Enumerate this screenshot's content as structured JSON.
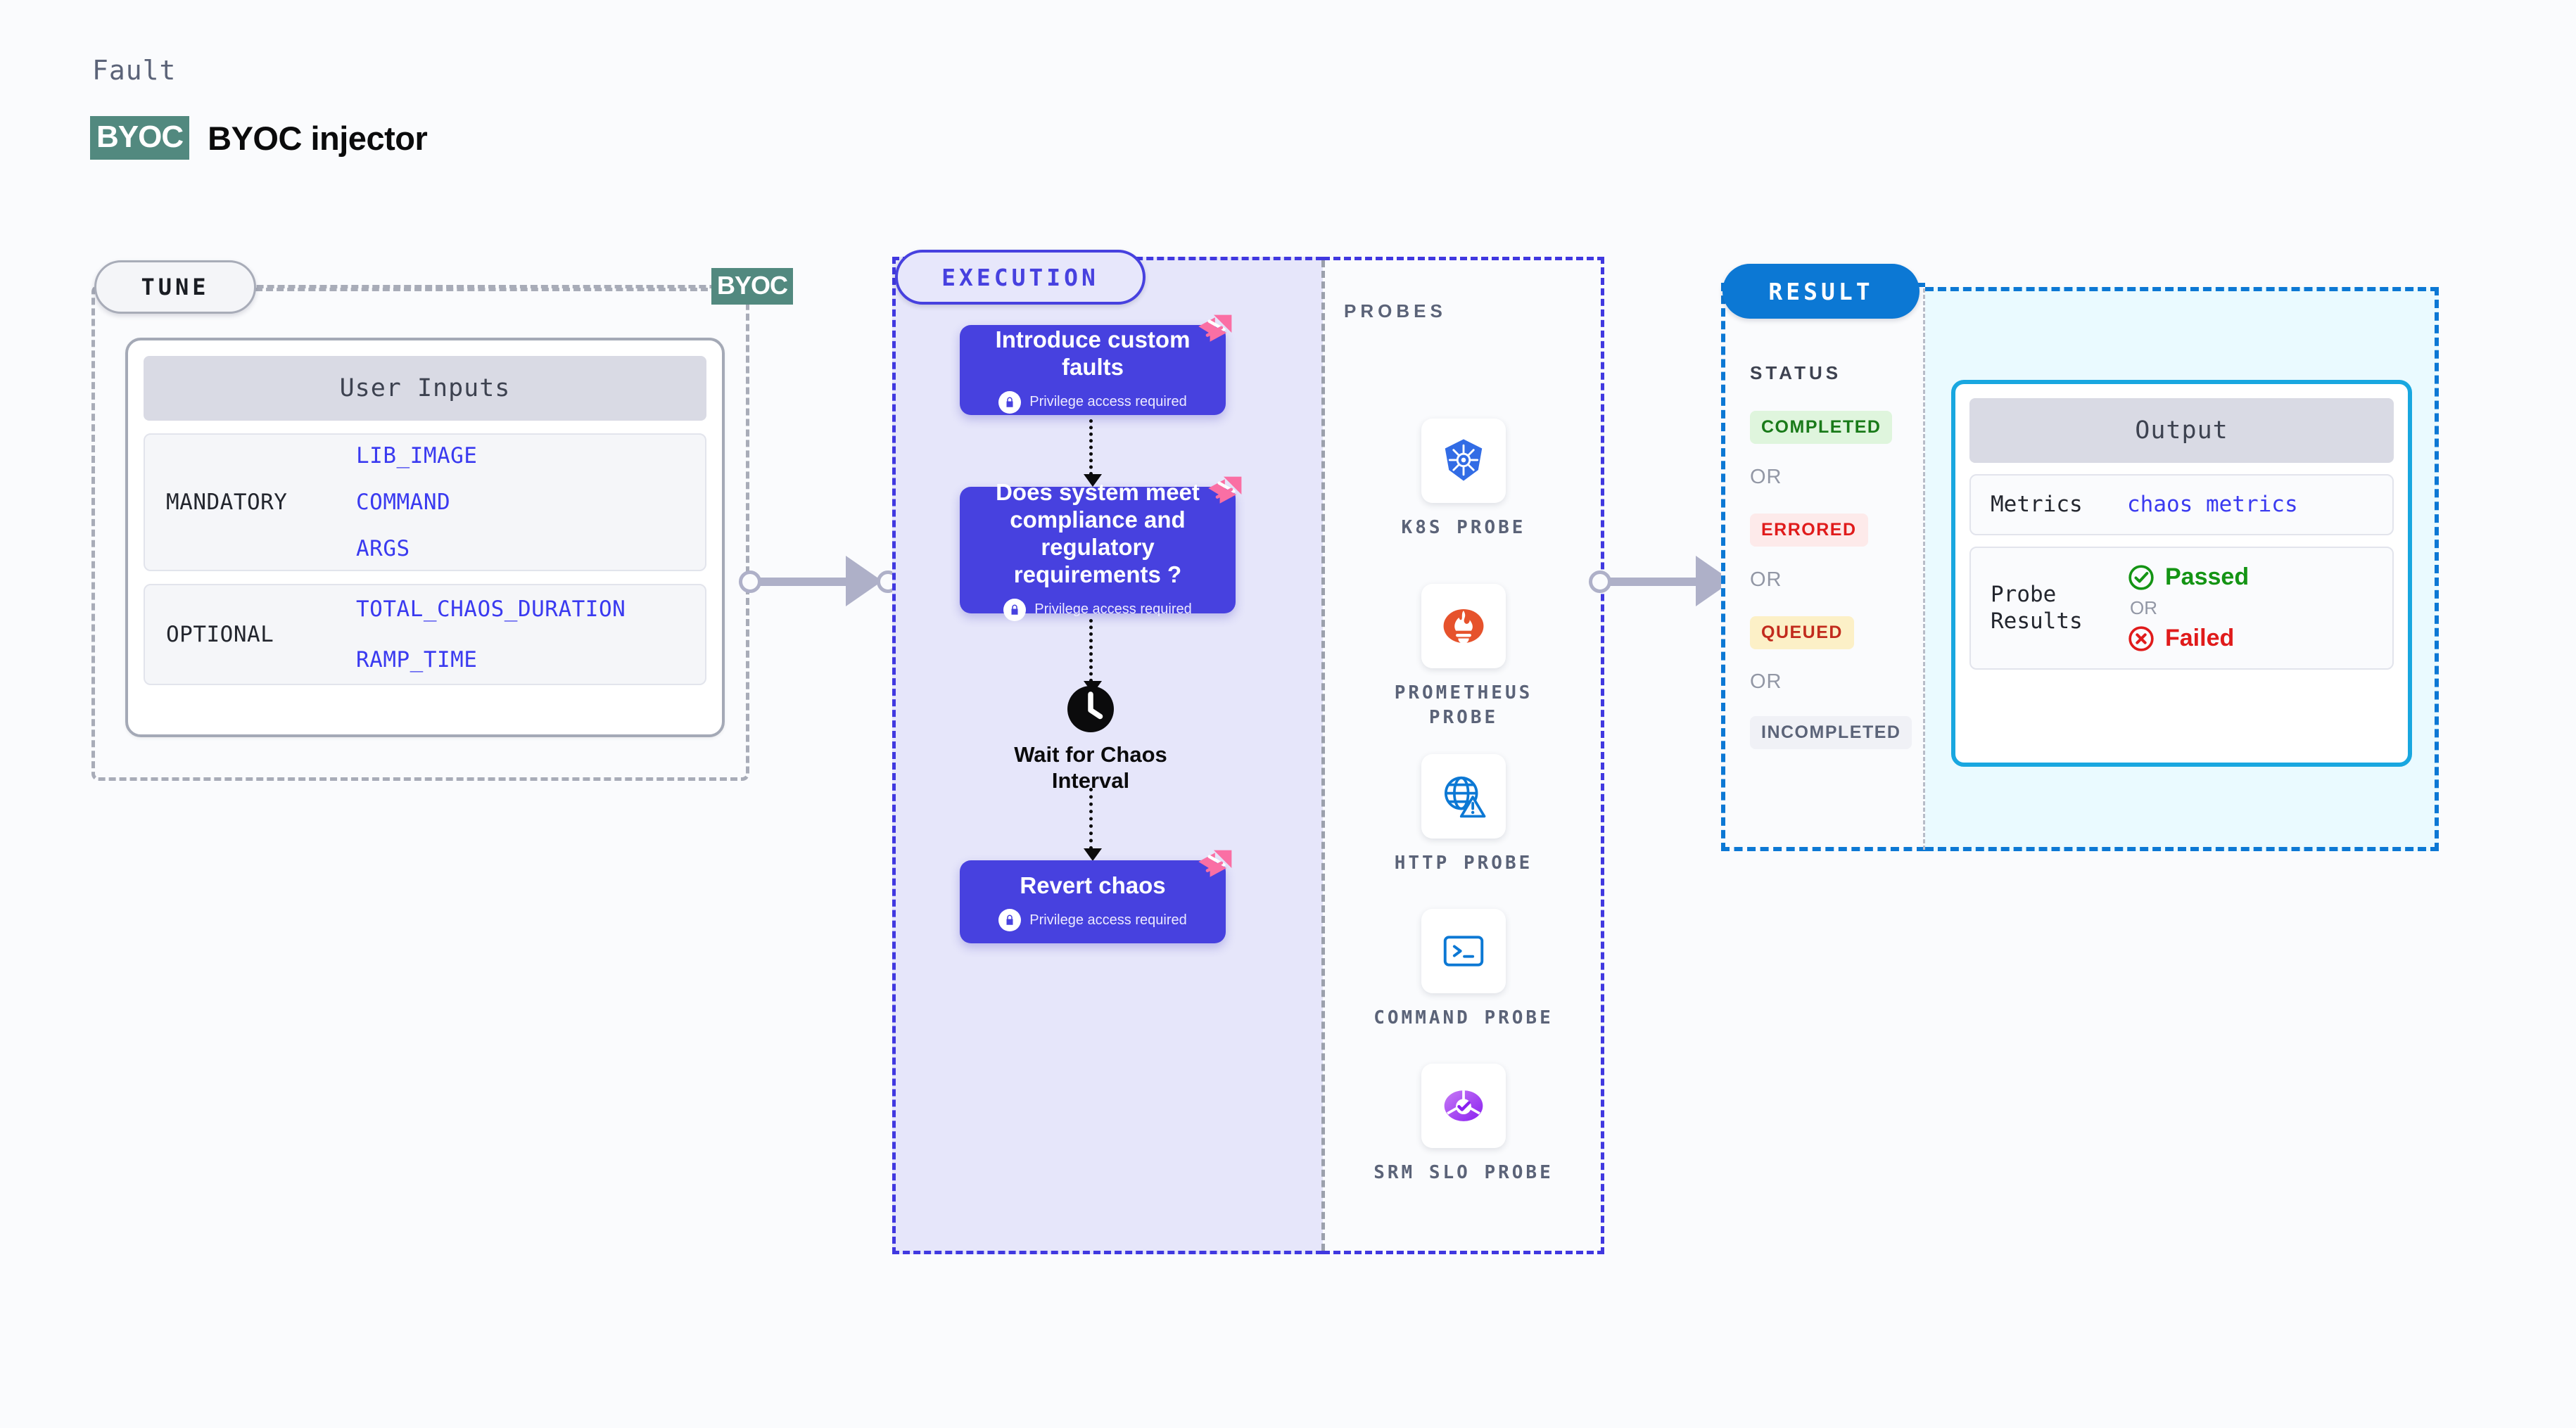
{
  "header": {
    "kicker": "Fault",
    "badge": "BYOC",
    "title": "BYOC injector"
  },
  "tune": {
    "pill_label": "TUNE",
    "edge_badge": "BYOC",
    "card_title": "User Inputs",
    "groups": [
      {
        "label": "MANDATORY",
        "values": [
          "LIB_IMAGE",
          "COMMAND",
          "ARGS"
        ]
      },
      {
        "label": "OPTIONAL",
        "values": [
          "TOTAL_CHAOS_DURATION",
          "RAMP_TIME"
        ]
      }
    ]
  },
  "execution": {
    "pill_label": "EXECUTION",
    "privilege_note": "Privilege access required",
    "steps": [
      {
        "title": "Introduce custom faults",
        "icon": "lock-icon",
        "badge": "harness-logo-icon"
      },
      {
        "title": "Does system meet compliance and regulatory requirements ?",
        "icon": "lock-icon",
        "badge": "harness-logo-icon"
      },
      {
        "title": "Revert chaos",
        "icon": "lock-icon",
        "badge": "harness-logo-icon"
      }
    ],
    "wait_node": {
      "icon": "clock-icon",
      "label": "Wait for Chaos Interval"
    }
  },
  "probes": {
    "title": "PROBES",
    "items": [
      {
        "label": "K8S PROBE",
        "icon": "kubernetes-icon"
      },
      {
        "label": "PROMETHEUS PROBE",
        "icon": "prometheus-icon"
      },
      {
        "label": "HTTP PROBE",
        "icon": "http-globe-warning-icon"
      },
      {
        "label": "COMMAND PROBE",
        "icon": "terminal-icon"
      },
      {
        "label": "SRM SLO PROBE",
        "icon": "srm-slo-icon"
      }
    ]
  },
  "result": {
    "pill_label": "RESULT",
    "status_title": "STATUS",
    "or_label": "OR",
    "statuses": [
      {
        "label": "COMPLETED",
        "bg": "#dff5dd",
        "fg": "#197a19"
      },
      {
        "label": "ERRORED",
        "bg": "#fdeaea",
        "fg": "#e01b1b"
      },
      {
        "label": "QUEUED",
        "bg": "#fcf0c7",
        "fg": "#c22b1d"
      },
      {
        "label": "INCOMPLETED",
        "bg": "#f0f1f6",
        "fg": "#5b6378"
      }
    ],
    "output": {
      "card_title": "Output",
      "metrics_key": "Metrics",
      "metrics_value": "chaos metrics",
      "probe_results_key": "Probe Results",
      "passed_label": "Passed",
      "passed_icon": "check-circle-icon",
      "or_label": "OR",
      "failed_label": "Failed",
      "failed_icon": "x-circle-icon"
    }
  },
  "colors": {
    "execution_accent": "#4741df",
    "result_accent": "#0c78d4",
    "output_accent": "#19a7e0",
    "byoc_badge": "#52897f",
    "harness_pink": "#fa6fa4",
    "connector": "#aeb0c8"
  }
}
